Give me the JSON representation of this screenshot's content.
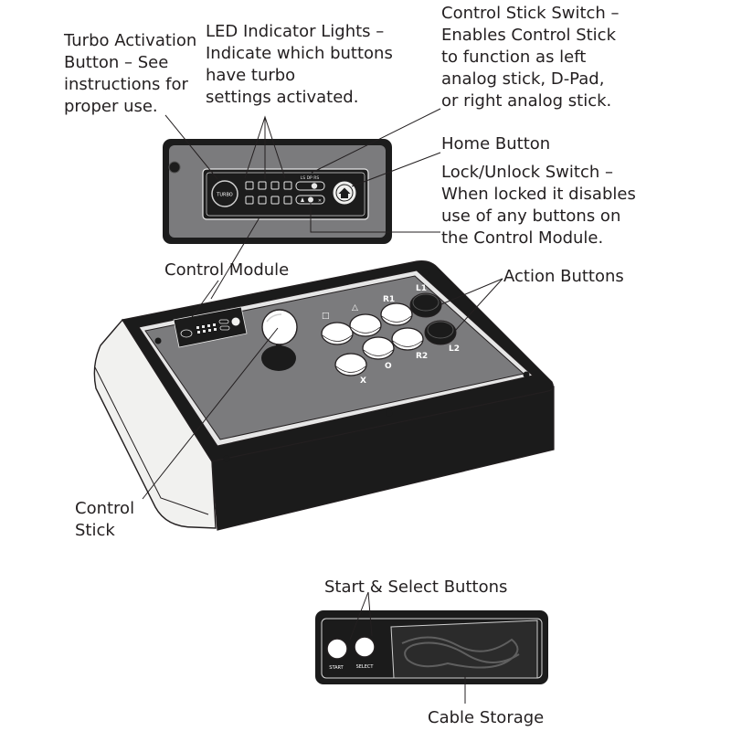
{
  "callouts": {
    "turbo_activation": "Turbo Activation\nButton – See\ninstructions for\nproper use.",
    "led_indicator": "LED Indicator Lights –\nIndicate which buttons\nhave turbo\nsettings activated.",
    "control_stick_switch": "Control Stick Switch –\nEnables Control Stick\nto function as left\nanalog stick, D-Pad,\nor right analog stick.",
    "home_button": "Home Button",
    "lock_unlock_switch": "Lock/Unlock Switch –\nWhen locked it disables\nuse of any buttons on\nthe Control Module.",
    "control_module": "Control Module",
    "action_buttons": "Action Buttons",
    "control_stick": "Control\nStick",
    "start_select": "Start & Select Buttons",
    "cable_storage": "Cable Storage"
  },
  "device_labels": {
    "turbo": "TURBO",
    "switch_ticks": "LS DP RS",
    "r1": "R1",
    "l1": "L1",
    "r2": "R2",
    "l2": "L2",
    "square": "□",
    "triangle": "△",
    "cross": "X",
    "circle": "O",
    "start": "START",
    "select": "SELECT"
  },
  "colors": {
    "ink": "#231f20",
    "panel_gray": "#7b7b7d",
    "body_black": "#1b1b1b",
    "cream": "#f1f1ef"
  }
}
